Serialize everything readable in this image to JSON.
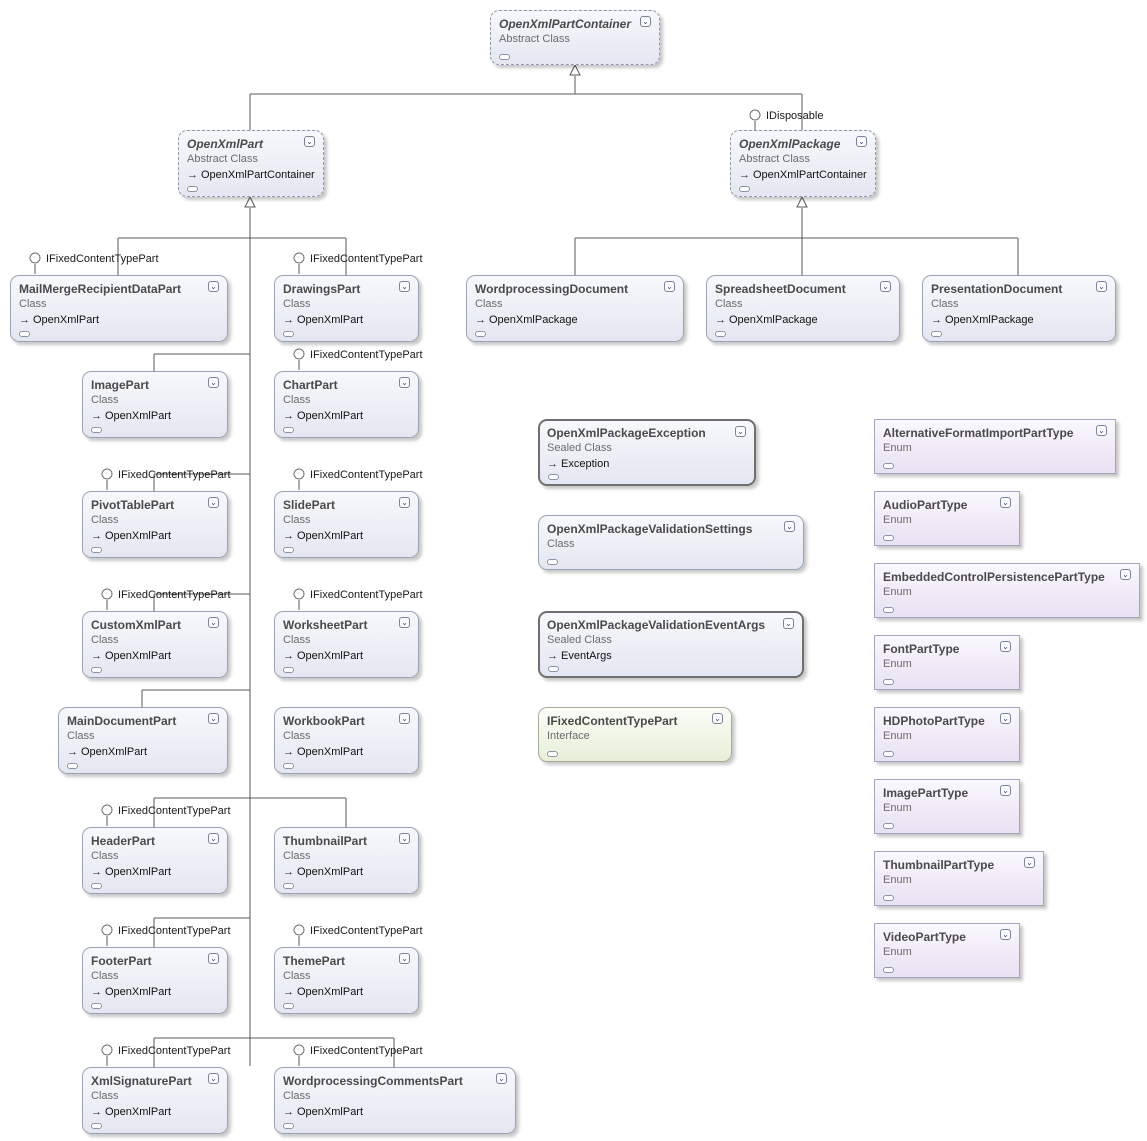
{
  "colors": {
    "shape_fill_top": "#f7f8fc",
    "shape_fill_bottom": "#e4e7f1",
    "enum_fill_bottom": "#e7e1f2",
    "interface_fill_bottom": "#e7efd9",
    "connector": "#5a5a5a"
  },
  "icons": {
    "collapse": "double-chevron-down-icon",
    "base_class_arrow": "inheritance-arrow-icon",
    "compartment": "compartment-icon",
    "lollipop": "interface-lollipop-icon"
  },
  "labels": {
    "collapse_glyph": "⌄",
    "arrow_glyph": "→"
  },
  "shapes": {
    "open_xml_part_container": {
      "name": "OpenXmlPartContainer",
      "kind": "Abstract Class",
      "base": ""
    },
    "open_xml_part": {
      "name": "OpenXmlPart",
      "kind": "Abstract Class",
      "base": "OpenXmlPartContainer"
    },
    "open_xml_package": {
      "name": "OpenXmlPackage",
      "kind": "Abstract Class",
      "base": "OpenXmlPartContainer"
    },
    "mail_merge_recipient_data_part": {
      "name": "MailMergeRecipientDataPart",
      "kind": "Class",
      "base": "OpenXmlPart"
    },
    "drawings_part": {
      "name": "DrawingsPart",
      "kind": "Class",
      "base": "OpenXmlPart"
    },
    "wordprocessing_document": {
      "name": "WordprocessingDocument",
      "kind": "Class",
      "base": "OpenXmlPackage"
    },
    "spreadsheet_document": {
      "name": "SpreadsheetDocument",
      "kind": "Class",
      "base": "OpenXmlPackage"
    },
    "presentation_document": {
      "name": "PresentationDocument",
      "kind": "Class",
      "base": "OpenXmlPackage"
    },
    "image_part": {
      "name": "ImagePart",
      "kind": "Class",
      "base": "OpenXmlPart"
    },
    "chart_part": {
      "name": "ChartPart",
      "kind": "Class",
      "base": "OpenXmlPart"
    },
    "pivot_table_part": {
      "name": "PivotTablePart",
      "kind": "Class",
      "base": "OpenXmlPart"
    },
    "slide_part": {
      "name": "SlidePart",
      "kind": "Class",
      "base": "OpenXmlPart"
    },
    "custom_xml_part": {
      "name": "CustomXmlPart",
      "kind": "Class",
      "base": "OpenXmlPart"
    },
    "worksheet_part": {
      "name": "WorksheetPart",
      "kind": "Class",
      "base": "OpenXmlPart"
    },
    "main_document_part": {
      "name": "MainDocumentPart",
      "kind": "Class",
      "base": "OpenXmlPart"
    },
    "workbook_part": {
      "name": "WorkbookPart",
      "kind": "Class",
      "base": "OpenXmlPart"
    },
    "header_part": {
      "name": "HeaderPart",
      "kind": "Class",
      "base": "OpenXmlPart"
    },
    "thumbnail_part": {
      "name": "ThumbnailPart",
      "kind": "Class",
      "base": "OpenXmlPart"
    },
    "footer_part": {
      "name": "FooterPart",
      "kind": "Class",
      "base": "OpenXmlPart"
    },
    "theme_part": {
      "name": "ThemePart",
      "kind": "Class",
      "base": "OpenXmlPart"
    },
    "xml_signature_part": {
      "name": "XmlSignaturePart",
      "kind": "Class",
      "base": "OpenXmlPart"
    },
    "wordprocessing_comments_part": {
      "name": "WordprocessingCommentsPart",
      "kind": "Class",
      "base": "OpenXmlPart"
    },
    "open_xml_package_exception": {
      "name": "OpenXmlPackageException",
      "kind": "Sealed Class",
      "base": "Exception"
    },
    "open_xml_package_validation_settings": {
      "name": "OpenXmlPackageValidationSettings",
      "kind": "Class",
      "base": ""
    },
    "open_xml_package_validation_event_args": {
      "name": "OpenXmlPackageValidationEventArgs",
      "kind": "Sealed Class",
      "base": "EventArgs"
    },
    "ifixed_content_type_part": {
      "name": "IFixedContentTypePart",
      "kind": "Interface",
      "base": ""
    },
    "alternative_format_import_part_type": {
      "name": "AlternativeFormatImportPartType",
      "kind": "Enum",
      "base": ""
    },
    "audio_part_type": {
      "name": "AudioPartType",
      "kind": "Enum",
      "base": ""
    },
    "embedded_control_persistence_part_type": {
      "name": "EmbeddedControlPersistencePartType",
      "kind": "Enum",
      "base": ""
    },
    "font_part_type": {
      "name": "FontPartType",
      "kind": "Enum",
      "base": ""
    },
    "hd_photo_part_type": {
      "name": "HDPhotoPartType",
      "kind": "Enum",
      "base": ""
    },
    "image_part_type": {
      "name": "ImagePartType",
      "kind": "Enum",
      "base": ""
    },
    "thumbnail_part_type": {
      "name": "ThumbnailPartType",
      "kind": "Enum",
      "base": ""
    },
    "video_part_type": {
      "name": "VideoPartType",
      "kind": "Enum",
      "base": ""
    }
  },
  "lollipops": {
    "idisposable_package": "IDisposable",
    "mail_merge": "IFixedContentTypePart",
    "drawings": "IFixedContentTypePart",
    "chart": "IFixedContentTypePart",
    "pivot_table": "IFixedContentTypePart",
    "slide": "IFixedContentTypePart",
    "custom_xml": "IFixedContentTypePart",
    "worksheet": "IFixedContentTypePart",
    "header": "IFixedContentTypePart",
    "footer": "IFixedContentTypePart",
    "theme": "IFixedContentTypePart",
    "xml_signature": "IFixedContentTypePart",
    "wordprocessing_comments": "IFixedContentTypePart"
  }
}
